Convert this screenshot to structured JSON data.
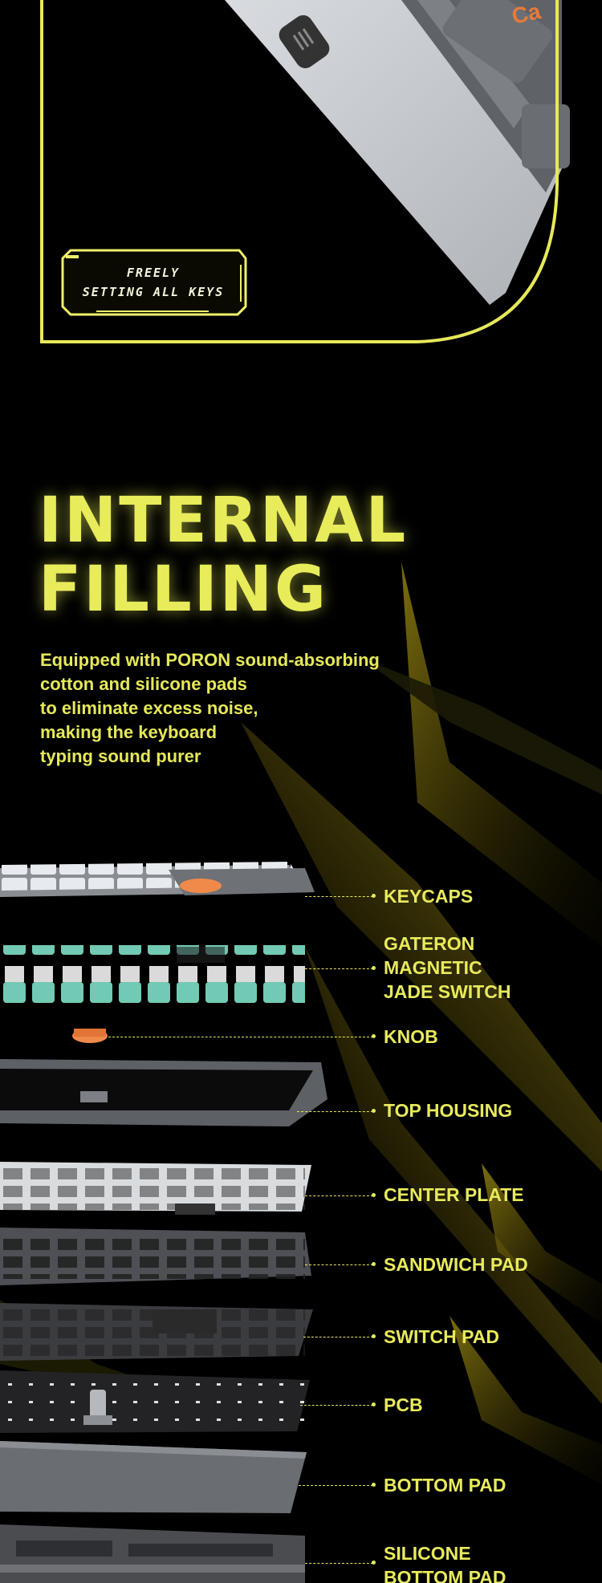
{
  "hero": {
    "badge_line1": "FREELY",
    "badge_line2": "SETTING ALL KEYS",
    "keycap_text": "Ca"
  },
  "section": {
    "title_line1": "INTERNAL",
    "title_line2": "FILLING",
    "description_lines": [
      "Equipped with PORON sound-absorbing",
      "cotton and silicone pads",
      "to eliminate excess noise,",
      "making the keyboard",
      "typing sound purer"
    ]
  },
  "layers": [
    {
      "lines": [
        "KEYCAPS"
      ]
    },
    {
      "lines": [
        "GATERON",
        "MAGNETIC",
        "JADE SWITCH"
      ]
    },
    {
      "lines": [
        "KNOB"
      ]
    },
    {
      "lines": [
        "TOP HOUSING"
      ]
    },
    {
      "lines": [
        "CENTER PLATE"
      ]
    },
    {
      "lines": [
        "SANDWICH PAD"
      ]
    },
    {
      "lines": [
        "SWITCH PAD"
      ]
    },
    {
      "lines": [
        "PCB"
      ]
    },
    {
      "lines": [
        "BOTTOM PAD"
      ]
    },
    {
      "lines": [
        "SILICONE",
        "BOTTOM PAD"
      ]
    }
  ],
  "colors": {
    "accent": "#e8ec5a",
    "background": "#000000",
    "keycap_orange": "#f08a4b"
  }
}
